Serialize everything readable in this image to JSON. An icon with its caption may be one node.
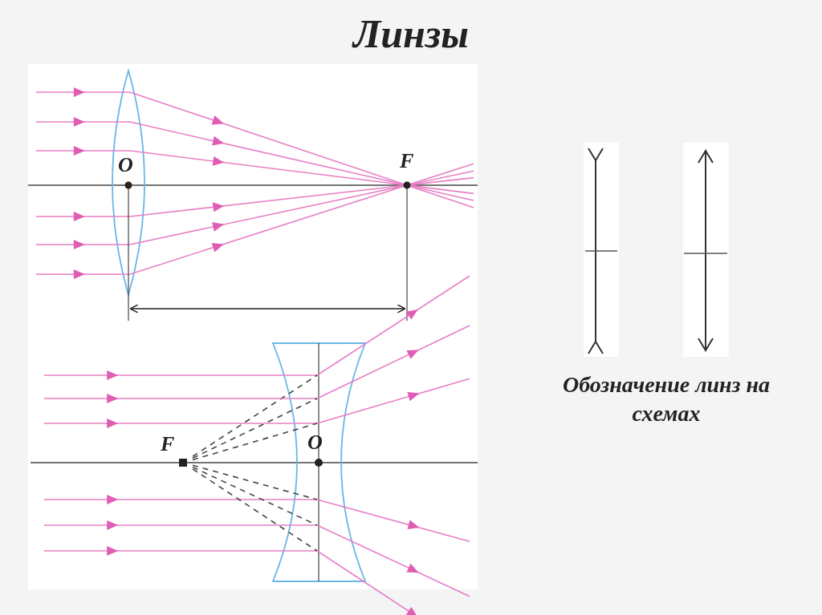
{
  "diagram": {
    "title": "Линзы",
    "labels": [
      "O",
      "F",
      "F",
      "O"
    ],
    "caption": "Обозначение линз на схемах"
  }
}
